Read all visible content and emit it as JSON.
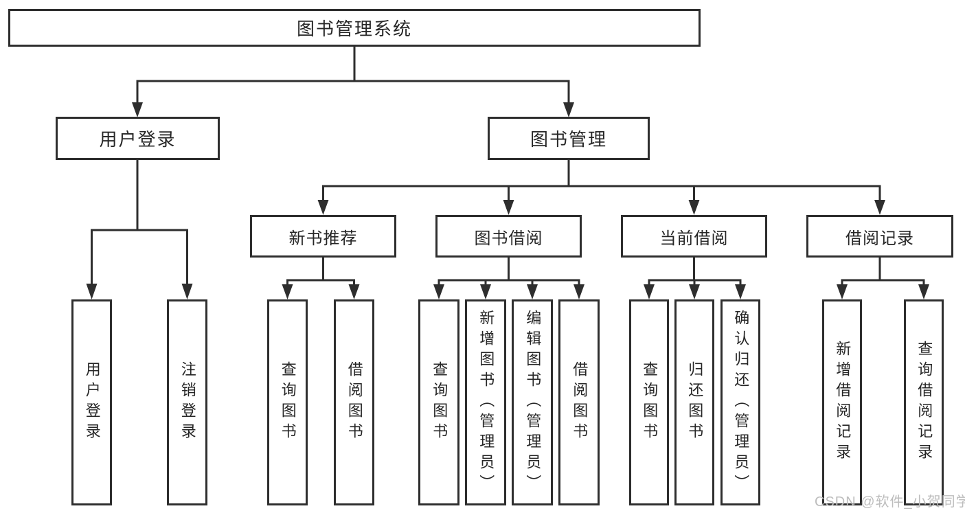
{
  "diagram": {
    "title": "图书管理系统",
    "branches": {
      "user_login": {
        "label": "用户登录",
        "children": [
          "用户登录",
          "注销登录"
        ]
      },
      "book_mgmt": {
        "label": "图书管理",
        "sections": [
          {
            "label": "新书推荐",
            "children": [
              "查询图书",
              "借阅图书"
            ]
          },
          {
            "label": "图书借阅",
            "children": [
              "查询图书",
              "新增图书（管理员）",
              "编辑图书（管理员）",
              "借阅图书"
            ]
          },
          {
            "label": "当前借阅",
            "children": [
              "查询图书",
              "归还图书",
              "确认归还（管理员）"
            ]
          },
          {
            "label": "借阅记录",
            "children": [
              "新增借阅记录",
              "查询借阅记录"
            ]
          }
        ]
      }
    }
  },
  "watermark": {
    "text": "CSDN @软件_小贺同学",
    "color": "#bdbdbd"
  },
  "colors": {
    "line": "#2e2e2e",
    "text": "#262626",
    "background": "#ffffff"
  }
}
